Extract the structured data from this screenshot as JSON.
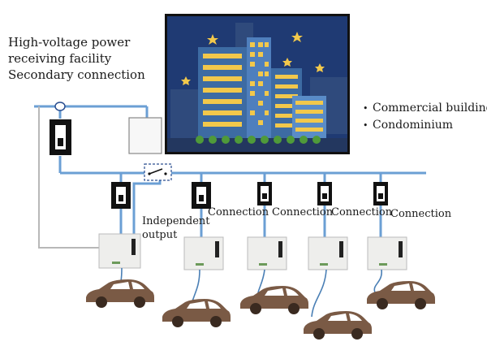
{
  "facility_title": {
    "line1": "High-voltage power",
    "line2": "receiving facility",
    "line3": "Secondary connection"
  },
  "building_types": [
    "Commercial building",
    "Condominium"
  ],
  "independent_output": {
    "line1": "Independent",
    "line2": "output"
  },
  "connection_labels": [
    "Connection",
    "Connection",
    "Connection",
    "Connection"
  ],
  "colors": {
    "bus_line": "#6b9fd4",
    "sky": "#1f3a73",
    "building_window": "#f2c84b",
    "car": "#7a5a45",
    "cable": "#4a7fb5"
  }
}
